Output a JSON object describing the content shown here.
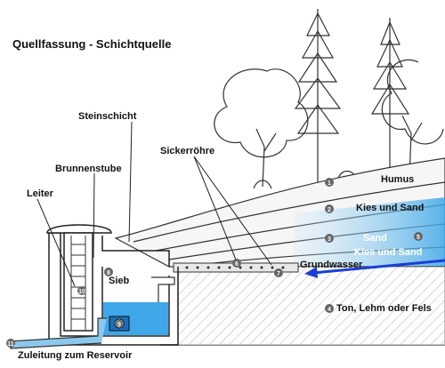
{
  "diagram": {
    "title": "Quellfassung - Schichtquelle",
    "labels": {
      "steinschicht": "Steinschicht",
      "sickerroehre": "Sickerröhre",
      "brunnenstube": "Brunnenstube",
      "leiter": "Leiter",
      "sieb": "Sieb",
      "humus": "Humus",
      "kies_und_sand_1": "Kies und Sand",
      "sand": "Sand",
      "kies_und_sand_2": "Kies und Sand",
      "grundwasser": "Grundwasser",
      "ton_lehm_fels": "Ton, Lehm oder Fels",
      "zuleitung": "Zuleitung zum Reservoir"
    },
    "markers": [
      "1",
      "2",
      "3",
      "4",
      "5",
      "6",
      "7",
      "8",
      "9",
      "10",
      "11"
    ],
    "colors": {
      "groundwater_arrow": "#1a3fd6",
      "water": "#3da7e8",
      "water_light": "#bfe3f7",
      "line": "#222222"
    }
  }
}
